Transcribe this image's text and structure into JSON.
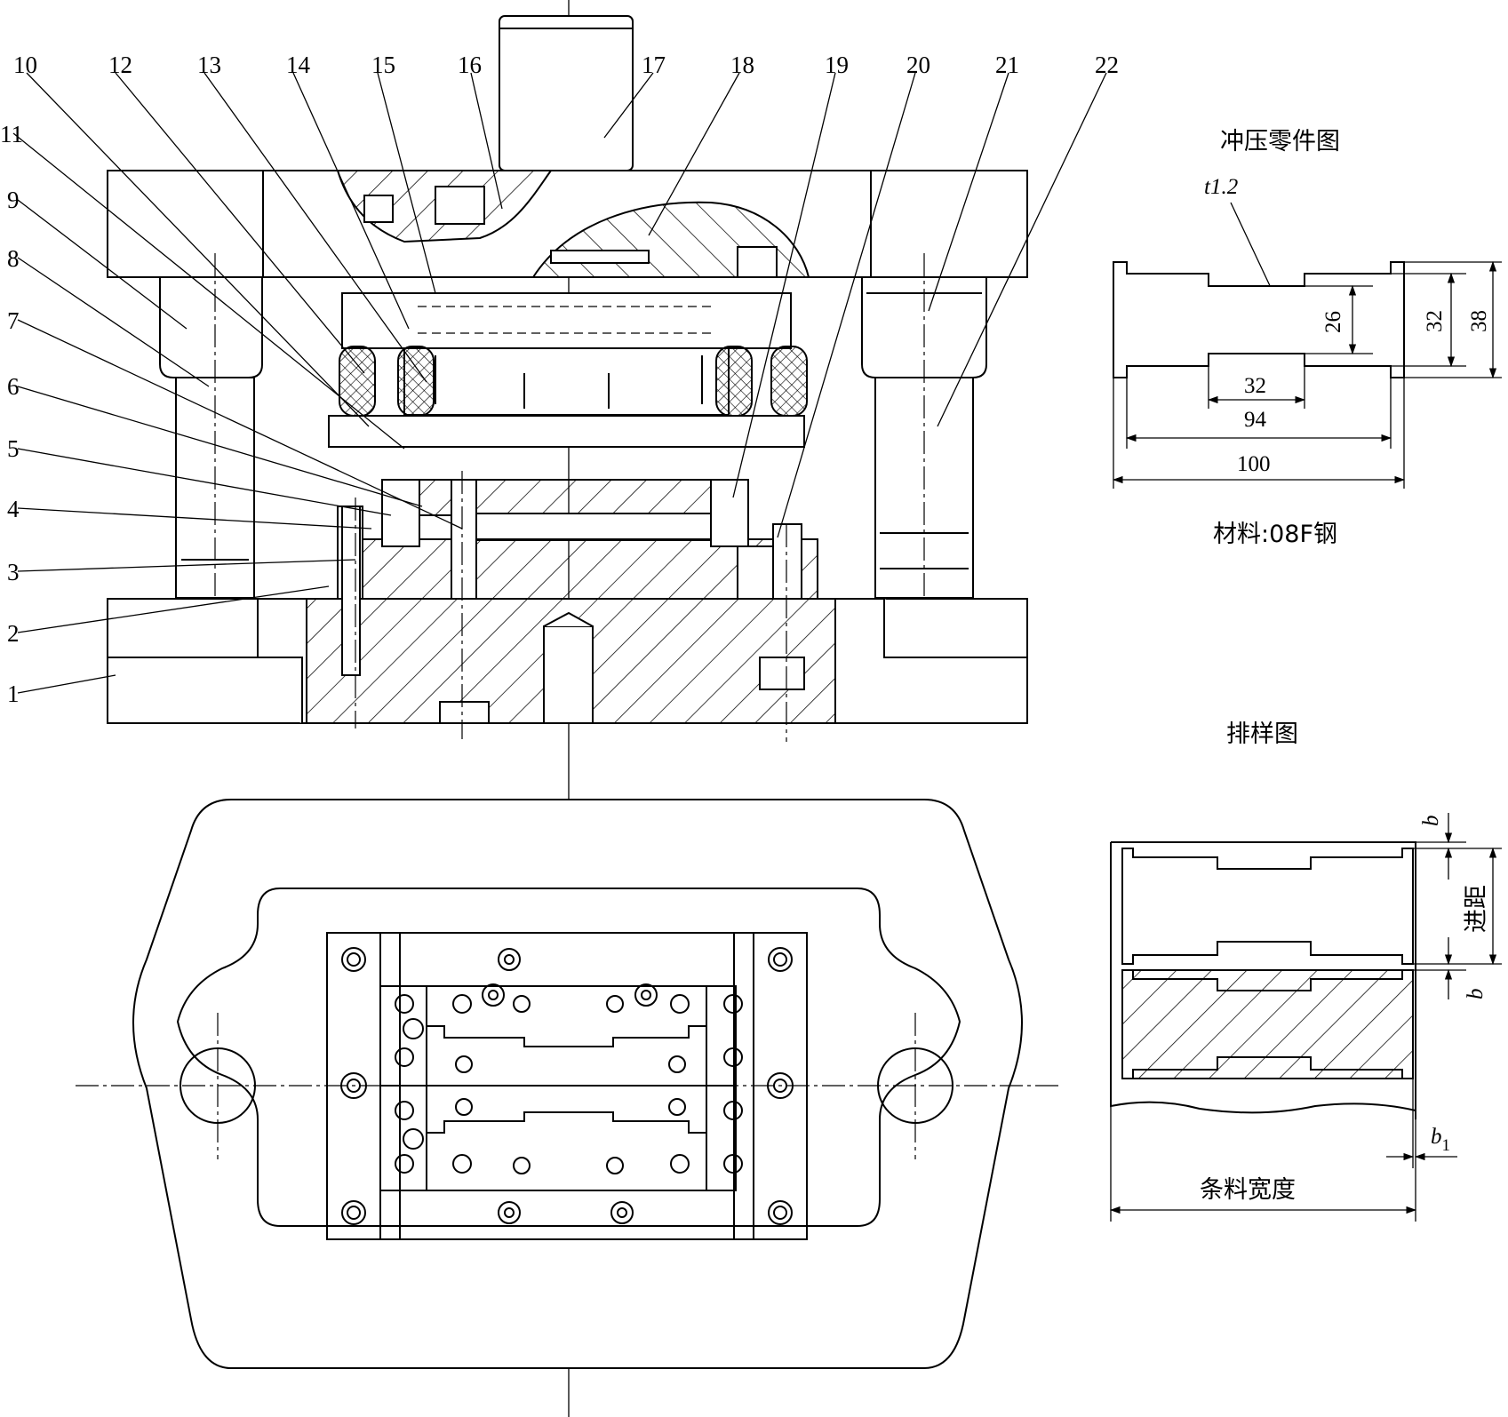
{
  "part_numbers": [
    "1",
    "2",
    "3",
    "4",
    "5",
    "6",
    "7",
    "8",
    "9",
    "10",
    "11",
    "12",
    "13",
    "14",
    "15",
    "16",
    "17",
    "18",
    "19",
    "20",
    "21",
    "22"
  ],
  "part_drawing": {
    "title": "冲压零件图",
    "thickness": "t1.2",
    "dims": [
      "26",
      "32",
      "38",
      "32",
      "94",
      "100"
    ],
    "material": "材料:08F钢"
  },
  "layout_drawing": {
    "title": "排样图",
    "gap_top": "b",
    "pitch": "进距",
    "gap_bottom": "b",
    "side_gap": "b",
    "side_gap_sub": "1",
    "strip_width": "条料宽度"
  }
}
